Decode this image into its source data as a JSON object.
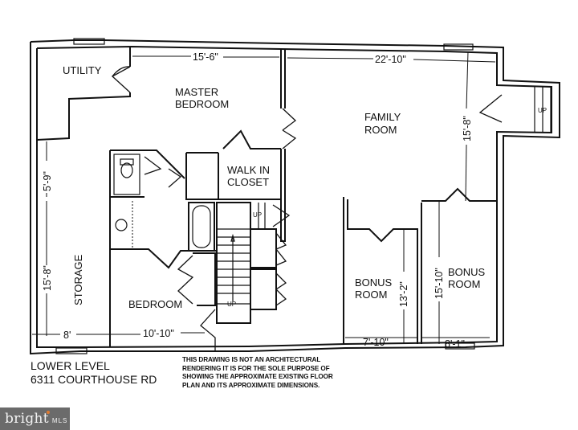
{
  "floor_plan": {
    "level": "LOWER LEVEL",
    "address": "6311 COURTHOUSE RD",
    "rooms": [
      {
        "name": "UTILITY",
        "lines": [
          "UTILITY"
        ]
      },
      {
        "name": "MASTER BEDROOM",
        "lines": [
          "MASTER",
          "BEDROOM"
        ],
        "width_dim": "15'-6\""
      },
      {
        "name": "FAMILY ROOM",
        "lines": [
          "FAMILY",
          "ROOM"
        ],
        "width_dim": "22'-10\"",
        "depth_dim": "15'-8\""
      },
      {
        "name": "WALK IN CLOSET",
        "lines": [
          "WALK IN",
          "CLOSET"
        ]
      },
      {
        "name": "STORAGE",
        "lines": [
          "STORAGE"
        ],
        "width_dim": "8'",
        "depth_dim": "15'-8\""
      },
      {
        "name": "BEDROOM",
        "lines": [
          "BEDROOM"
        ],
        "width_dim": "10'-10\""
      },
      {
        "name": "BONUS ROOM 1",
        "lines": [
          "BONUS",
          "ROOM"
        ],
        "width_dim": "7'-10\"",
        "depth_dim": "13'-2\""
      },
      {
        "name": "BONUS ROOM 2",
        "lines": [
          "BONUS",
          "ROOM"
        ],
        "width_dim": "8'-1\"",
        "depth_dim": "15'-10\""
      }
    ],
    "extra_dims": {
      "hall_dim": "5'-9\""
    },
    "stair_labels": {
      "main": "UP",
      "landing": "UP",
      "exterior": "UP"
    }
  },
  "disclaimer": [
    "THIS DRAWING IS NOT AN ARCHITECTURAL",
    "RENDERING IT IS FOR THE SOLE PURPOSE OF",
    "SHOWING THE APPROXIMATE EXISTING  FLOOR",
    "PLAN AND ITS APPROXIMATE DIMENSIONS."
  ],
  "watermark": {
    "brand": "bright",
    "suffix": "MLS",
    "accent_color": "#e07a2f",
    "bg_color": "#6b6b6b"
  }
}
